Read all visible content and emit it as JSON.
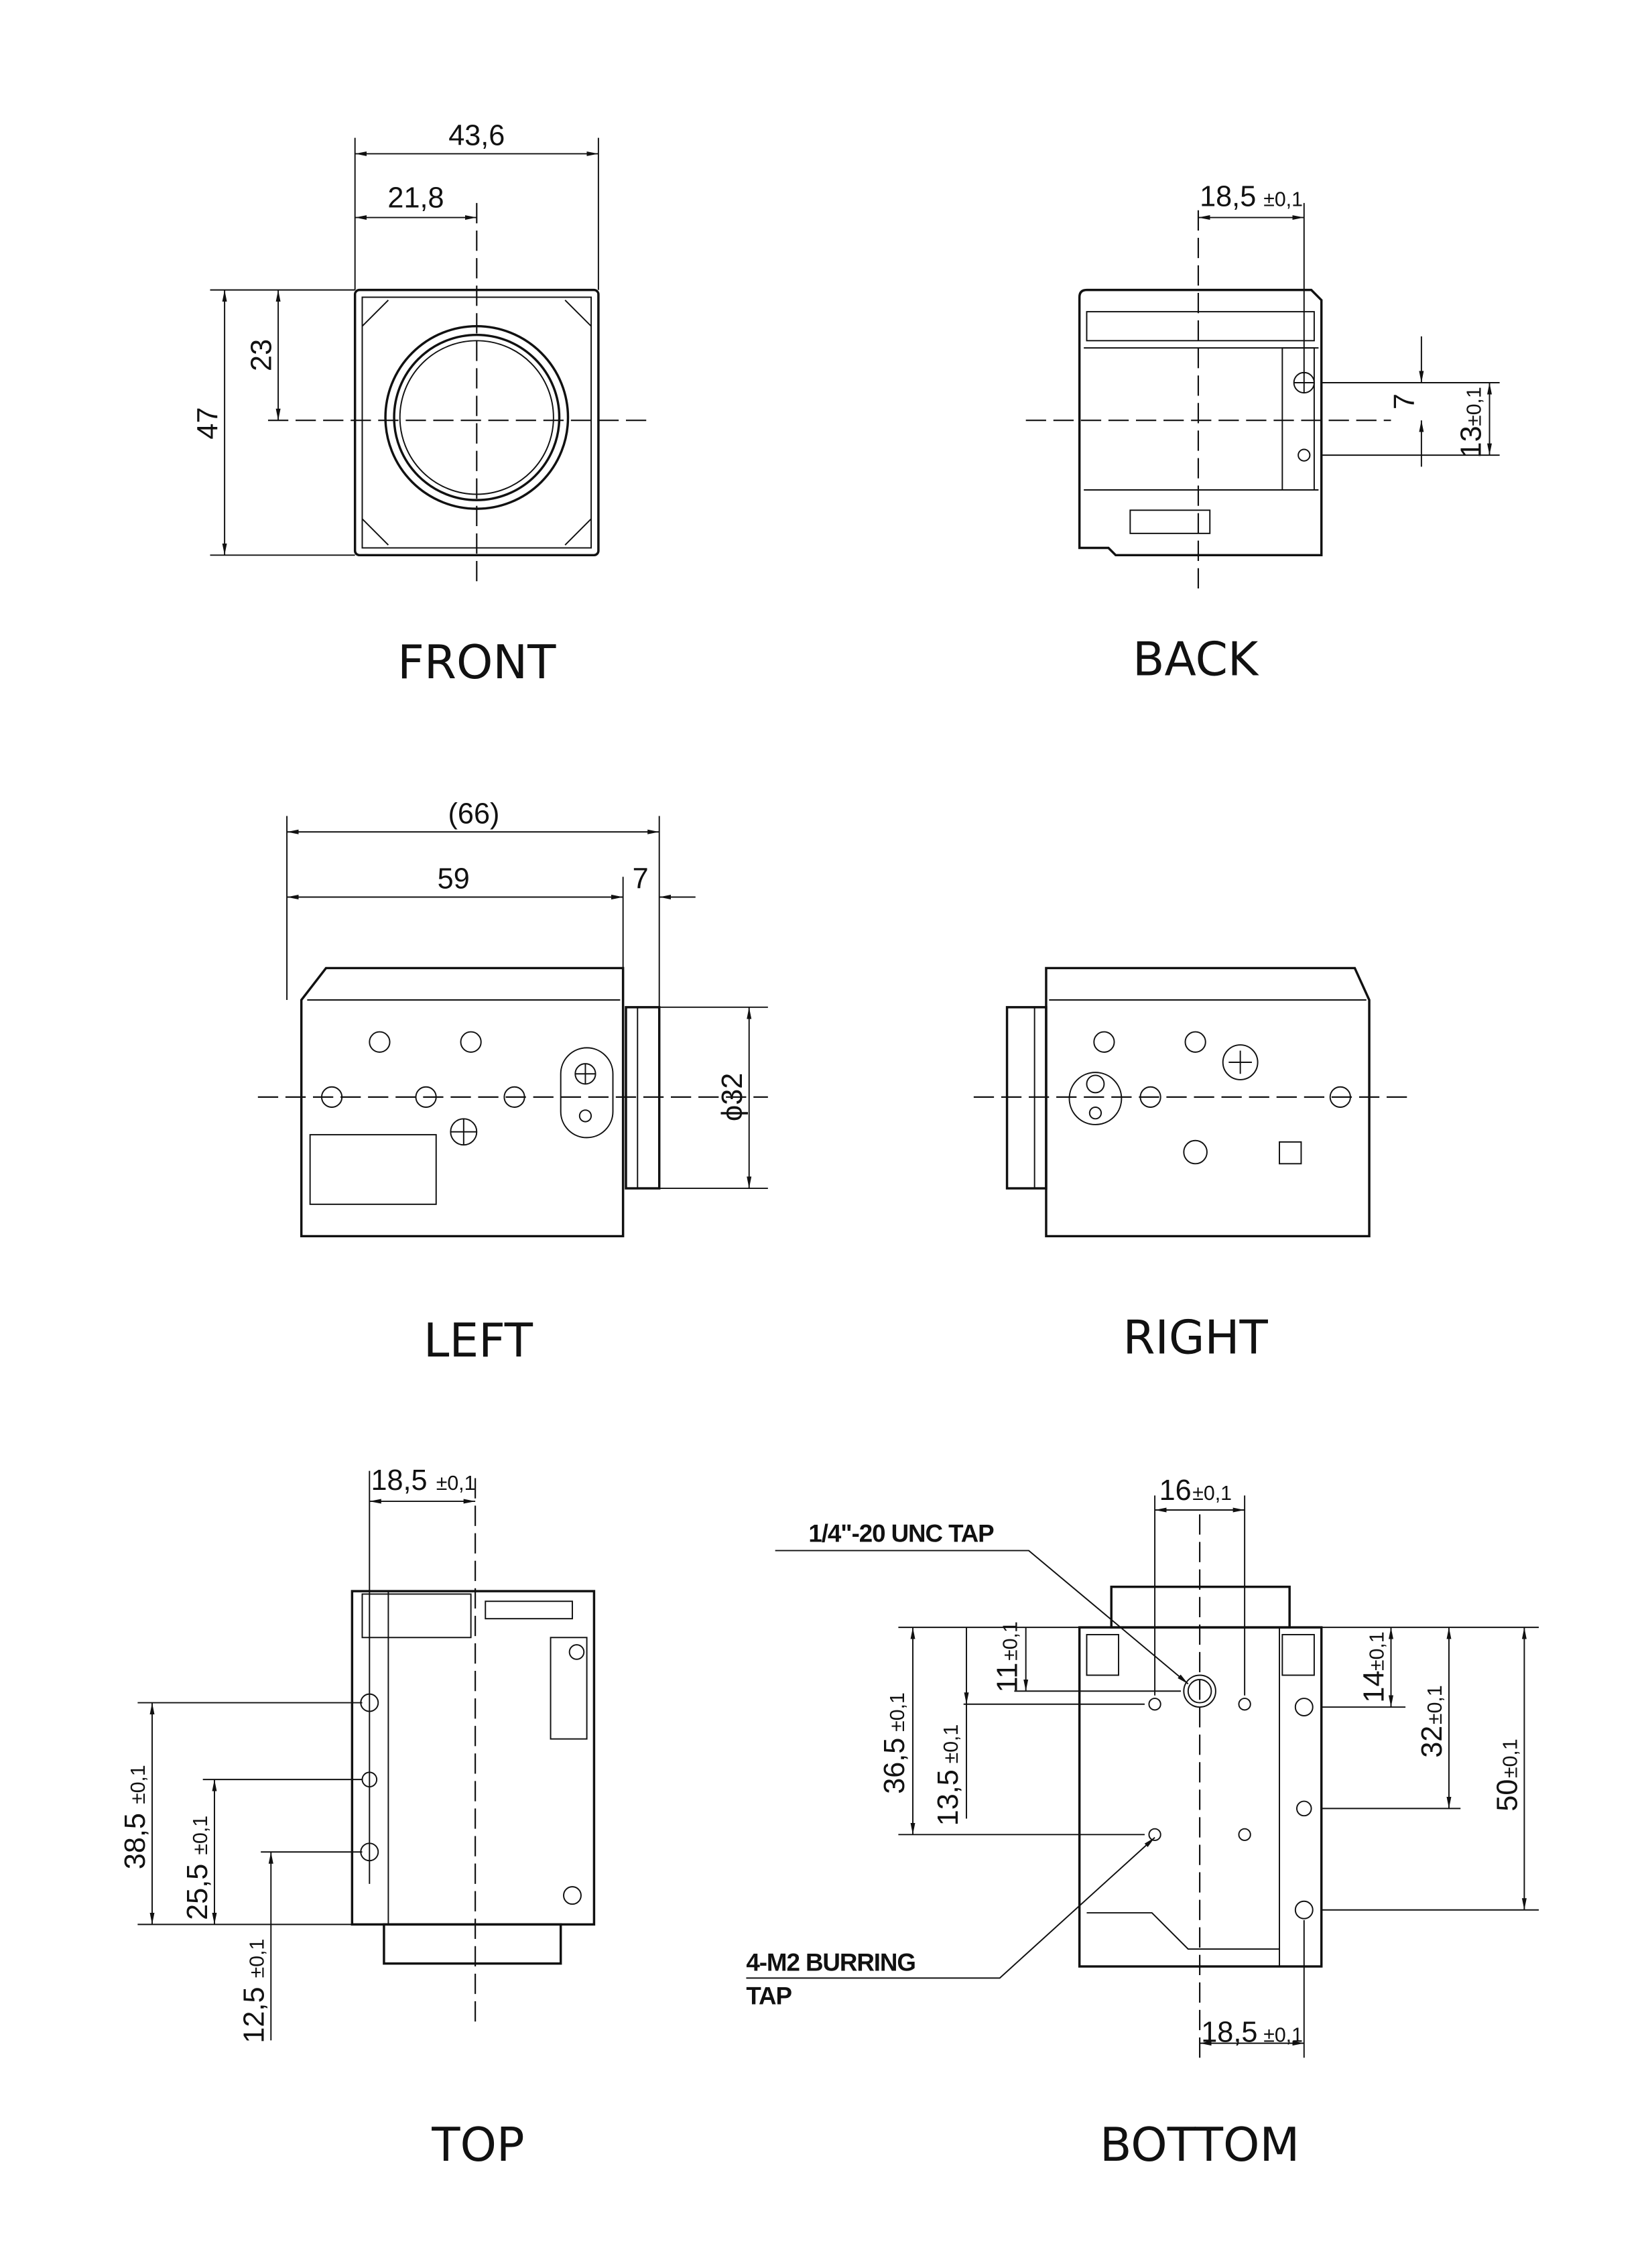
{
  "views": {
    "front": {
      "label": "FRONT",
      "dims": {
        "width": "43,6",
        "half_width": "21,8",
        "height": "47",
        "half_height": "23"
      }
    },
    "back": {
      "label": "BACK",
      "dims": {
        "offset": "18,5",
        "offset_tol": "±0,1",
        "a": "7",
        "b": "13",
        "b_tol": "±0,1"
      }
    },
    "left": {
      "label": "LEFT",
      "dims": {
        "overall": "(66)",
        "body": "59",
        "flange": "7",
        "diameter": "ϕ32"
      }
    },
    "right": {
      "label": "RIGHT"
    },
    "top": {
      "label": "TOP",
      "dims": {
        "offset": "18,5",
        "offset_tol": "±0,1",
        "h1": "38,5",
        "h1_tol": "±0,1",
        "h2": "25,5",
        "h2_tol": "±0,1",
        "h3": "12,5",
        "h3_tol": "±0,1"
      }
    },
    "bottom": {
      "label": "BOTTOM",
      "dims": {
        "top_spacing": "16",
        "top_tol": "±0,1",
        "d11": "11",
        "d11_tol": "±0,1",
        "d36": "36,5",
        "d36_tol": "±0,1",
        "d13": "13,5",
        "d13_tol": "±0,1",
        "d14": "14",
        "d14_tol": "±0,1",
        "d32": "32",
        "d32_tol": "±0,1",
        "d50": "50",
        "d50_tol": "±0,1",
        "offset": "18,5",
        "offset_tol": "±0,1"
      },
      "notes": {
        "tap_main": "1/4\"-20 UNC TAP",
        "tap_m2_line1": "4-M2 BURRING",
        "tap_m2_line2": "TAP"
      }
    }
  }
}
